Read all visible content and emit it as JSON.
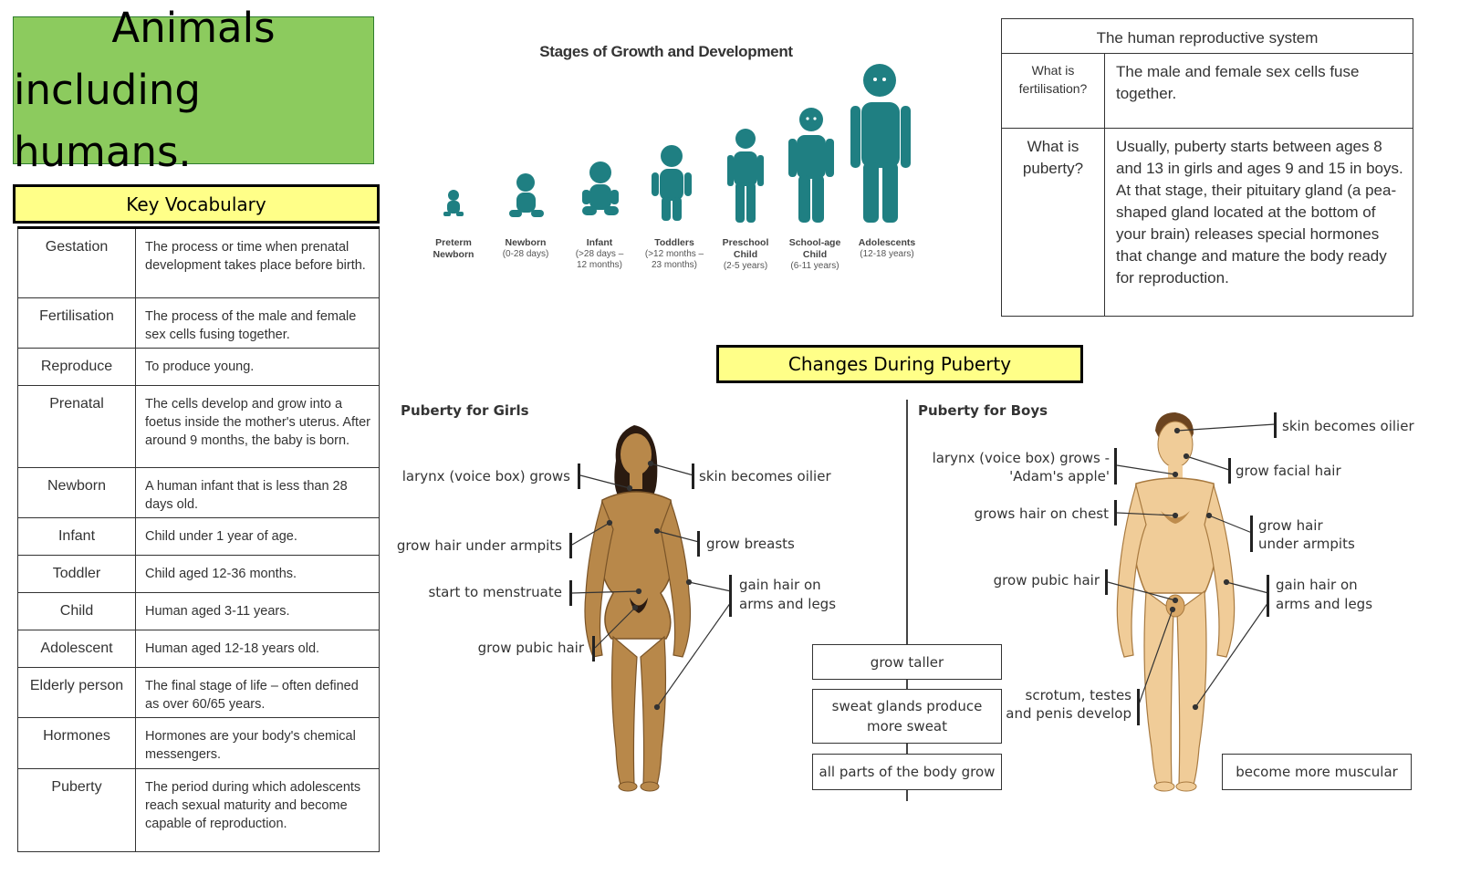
{
  "title": {
    "line1": "Animals",
    "line2": "including humans."
  },
  "vocab": {
    "heading": "Key Vocabulary",
    "rows": [
      {
        "term": "Gestation",
        "def": "The process or time when prenatal development takes place before birth."
      },
      {
        "term": "Fertilisation",
        "def": "The process of the male and female sex cells fusing together."
      },
      {
        "term": "Reproduce",
        "def": "To produce young."
      },
      {
        "term": "Prenatal",
        "def": "The cells develop and grow into a foetus inside the mother's uterus. After around 9 months, the baby is born."
      },
      {
        "term": "Newborn",
        "def": "A human infant that is less than 28 days old."
      },
      {
        "term": "Infant",
        "def": "Child under 1 year of age."
      },
      {
        "term": "Toddler",
        "def": "Child aged 12-36 months."
      },
      {
        "term": "Child",
        "def": "Human aged 3-11 years."
      },
      {
        "term": "Adolescent",
        "def": "Human aged 12-18 years old."
      },
      {
        "term": "Elderly person",
        "def": "The final stage of life – often defined as over 60/65 years."
      },
      {
        "term": "Hormones",
        "def": "Hormones are your body's chemical messengers."
      },
      {
        "term": "Puberty",
        "def": "The period during which adolescents reach sexual maturity and become capable of reproduction."
      }
    ]
  },
  "growth": {
    "title": "Stages of Growth and Development",
    "stages": [
      {
        "name": "Preterm Newborn",
        "ages": ""
      },
      {
        "name": "Newborn",
        "ages": "(0-28 days)"
      },
      {
        "name": "Infant",
        "ages": "(>28 days – 12 months)"
      },
      {
        "name": "Toddlers",
        "ages": "(>12 months – 23 months)"
      },
      {
        "name": "Preschool Child",
        "ages": "(2-5 years)"
      },
      {
        "name": "School-age Child",
        "ages": "(6-11 years)"
      },
      {
        "name": "Adolescents",
        "ages": "(12-18 years)"
      }
    ],
    "color": "#1f7f82"
  },
  "repro": {
    "heading": "The human reproductive system",
    "rows": [
      {
        "q": "What is fertilisation?",
        "a": "The male and female sex cells fuse together."
      },
      {
        "q": "What is puberty?",
        "a": "Usually, puberty starts between ages 8 and 13 in girls and ages 9 and 15 in boys. At that stage, their pituitary gland (a pea-shaped gland located at the bottom of your brain) releases special hormones that change and mature the body ready for reproduction."
      }
    ]
  },
  "puberty": {
    "heading": "Changes During Puberty",
    "girls": {
      "title": "Puberty for Girls",
      "larynx": "larynx (voice box) grows",
      "armpits": "grow hair under armpits",
      "menstruate": "start to menstruate",
      "pubic": "grow pubic hair",
      "oily": "skin becomes oilier",
      "breasts": "grow breasts",
      "arms_legs_1": "gain hair on",
      "arms_legs_2": "arms and legs"
    },
    "boys": {
      "title": "Puberty for Boys",
      "larynx_1": "larynx (voice box) grows -",
      "larynx_2": "'Adam's apple'",
      "chest": "grows hair on chest",
      "pubic": "grow pubic hair",
      "scrotum_1": "scrotum, testes",
      "scrotum_2": "and penis develop",
      "oily": "skin becomes oilier",
      "facial": "grow facial hair",
      "armpits_1": "grow hair",
      "armpits_2": "under armpits",
      "arms_legs_1": "gain hair on",
      "arms_legs_2": "arms and legs",
      "muscular": "become more muscular"
    },
    "shared": {
      "taller": "grow taller",
      "sweat_1": "sweat glands produce",
      "sweat_2": "more sweat",
      "all_parts": "all parts of the body grow"
    },
    "colors": {
      "girl_skin": "#b8884a",
      "boy_skin": "#f0cc98"
    }
  }
}
